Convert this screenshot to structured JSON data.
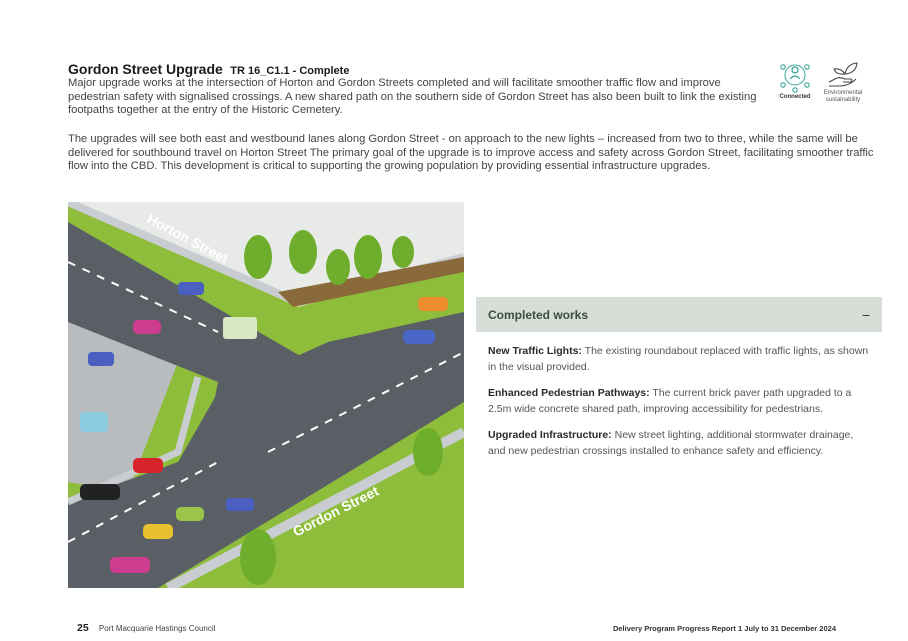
{
  "heading": {
    "title": "Gordon Street Upgrade",
    "code": "TR 16_C1.1 - Complete",
    "intro": "Major upgrade works at the intersection of Horton and Gordon Streets completed and will facilitate smoother traffic flow and improve pedestrian safety with signalised crossings. A new shared path on the southern side of Gordon Street has also been built to link the existing footpaths together at the entry of the Historic Cemetery.",
    "body": "The upgrades will see both east and westbound lanes along Gordon Street - on approach to the new lights – increased from two to three, while the same will be delivered for southbound travel on Horton Street  The primary goal of the upgrade is to improve access and safety across Gordon Street, facilitating smoother traffic flow into the CBD. This development is critical to supporting the growing population by providing essential infrastructure upgrades."
  },
  "icons": [
    {
      "label": "Connected",
      "icon": "network-people-icon",
      "color": "#3aa59a"
    },
    {
      "label": "Environmental sustainability",
      "icon": "hand-leaf-icon",
      "color": "#3aa59a"
    }
  ],
  "illustration": {
    "street_labels": [
      "Horton Street",
      "Gordon Street"
    ],
    "colors": {
      "road": "#5a5f66",
      "grass": "#8dbd3a",
      "path": "#c9cdd2"
    }
  },
  "panel": {
    "title": "Completed works",
    "toggle": "−",
    "items": [
      {
        "heading": "New Traffic Lights:",
        "text": " The existing roundabout replaced with traffic lights, as shown in the visual provided."
      },
      {
        "heading": "Enhanced Pedestrian Pathways:",
        "text": " The current brick paver path upgraded to a 2.5m wide concrete shared path, improving accessibility for pedestrians."
      },
      {
        "heading": "Upgraded Infrastructure:",
        "text": " New street lighting, additional stormwater drainage, and new pedestrian crossings installed to enhance safety and efficiency."
      }
    ]
  },
  "footer": {
    "page_number": "25",
    "organisation": "Port Macquarie Hastings Council",
    "report": "Delivery Program Progress Report 1 July to 31 December 2024"
  }
}
